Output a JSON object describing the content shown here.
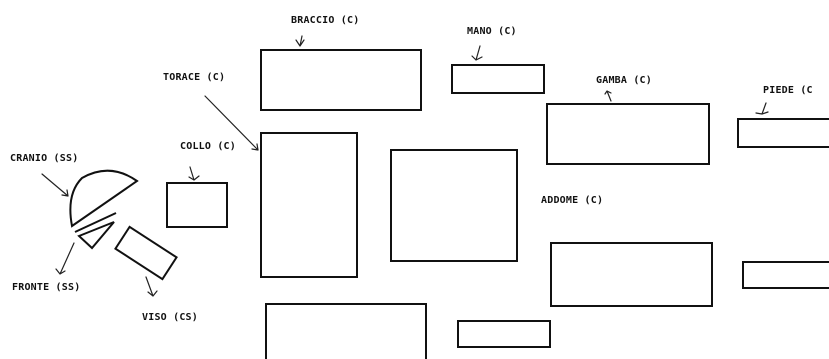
{
  "labels": {
    "braccio": "BRACCIO (C)",
    "mano": "MANO (C)",
    "torace": "TORACE (C)",
    "gamba": "GAMBA (C)",
    "piede": "PIEDE (C",
    "collo": "COLLO (C)",
    "cranio": "CRANIO (SS)",
    "addome": "ADDOME (C)",
    "fronte": "FRONTE (SS)",
    "viso": "VISO (CS)"
  },
  "colors": {
    "ink": "#111111",
    "background": "#ffffff"
  }
}
